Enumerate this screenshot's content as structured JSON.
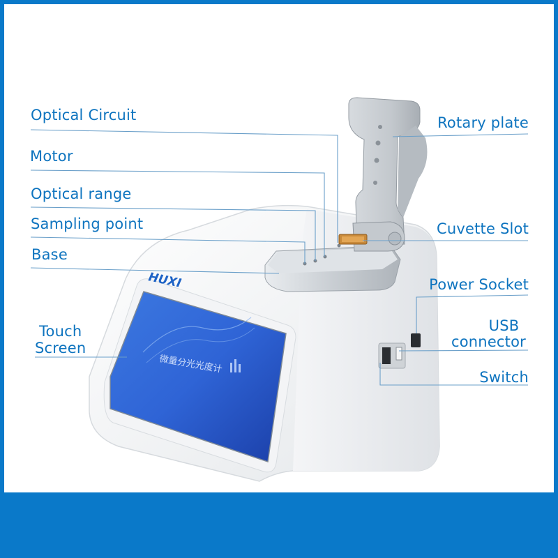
{
  "colors": {
    "border": "#0a79c9",
    "label": "#0e74bf",
    "leader": "#6a9fc9",
    "screen": "#2f64d6"
  },
  "brand": "HUXI",
  "screen_text": "微量分光光度计",
  "labels": {
    "optical_circuit": "Optical Circuit",
    "motor": "Motor",
    "optical_range": "Optical range",
    "sampling_point": "Sampling point",
    "base": "Base",
    "touch_screen_1": "Touch",
    "touch_screen_2": "Screen",
    "rotary_plate": "Rotary plate",
    "cuvette_slot": "Cuvette Slot",
    "power_socket": "Power Socket",
    "usb_1": "USB",
    "usb_2": "connector",
    "switch": "Switch"
  }
}
